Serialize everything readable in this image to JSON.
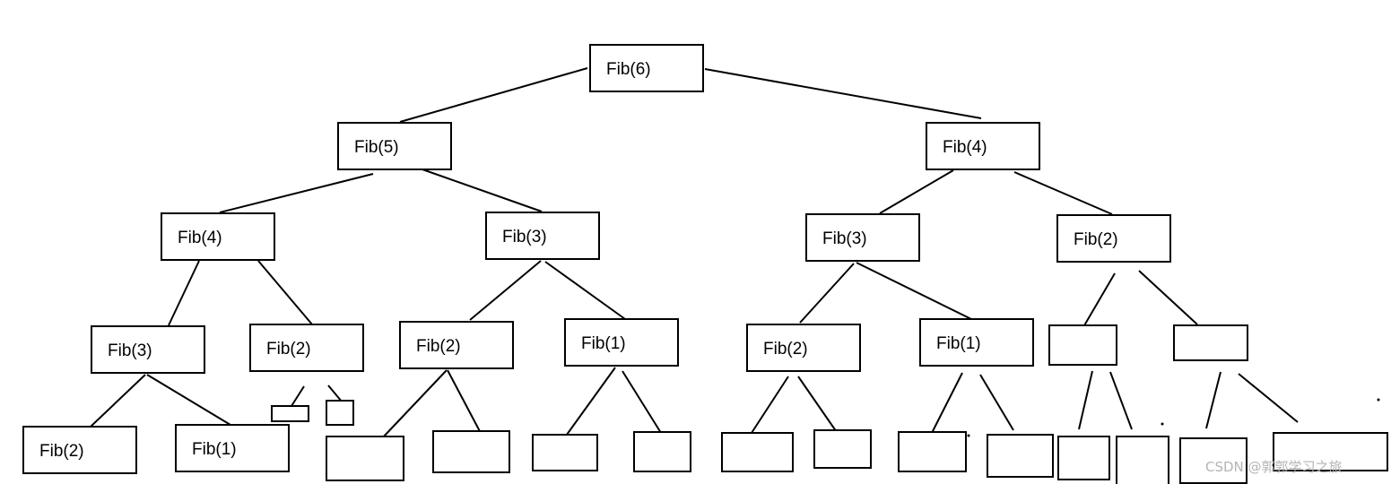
{
  "diagram": {
    "nodes": [
      {
        "id": "n1",
        "label": "Fib(6)"
      },
      {
        "id": "n2",
        "label": "Fib(5)"
      },
      {
        "id": "n3",
        "label": "Fib(4)"
      },
      {
        "id": "n4",
        "label": "Fib(4)"
      },
      {
        "id": "n5",
        "label": "Fib(3)"
      },
      {
        "id": "n6",
        "label": "Fib(3)"
      },
      {
        "id": "n7",
        "label": "Fib(2)"
      },
      {
        "id": "n8",
        "label": "Fib(3)"
      },
      {
        "id": "n9",
        "label": "Fib(2)"
      },
      {
        "id": "n10",
        "label": "Fib(2)"
      },
      {
        "id": "n11",
        "label": "Fib(1)"
      },
      {
        "id": "n12",
        "label": "Fib(2)"
      },
      {
        "id": "n13",
        "label": "Fib(1)"
      },
      {
        "id": "n14",
        "label": ""
      },
      {
        "id": "n15",
        "label": ""
      },
      {
        "id": "n16",
        "label": "Fib(2)"
      },
      {
        "id": "n17",
        "label": "Fib(1)"
      },
      {
        "id": "n18",
        "label": ""
      },
      {
        "id": "n19",
        "label": ""
      },
      {
        "id": "n20",
        "label": ""
      },
      {
        "id": "n21",
        "label": ""
      },
      {
        "id": "n22",
        "label": ""
      },
      {
        "id": "n23",
        "label": ""
      },
      {
        "id": "n24",
        "label": ""
      },
      {
        "id": "n25",
        "label": ""
      },
      {
        "id": "n26",
        "label": ""
      },
      {
        "id": "n27",
        "label": ""
      },
      {
        "id": "n28",
        "label": ""
      },
      {
        "id": "n29",
        "label": ""
      },
      {
        "id": "n30",
        "label": ""
      },
      {
        "id": "n31",
        "label": ""
      },
      {
        "id": "n32",
        "label": ""
      },
      {
        "id": "n33",
        "label": ""
      }
    ],
    "edges": [
      [
        "n1",
        "n2"
      ],
      [
        "n1",
        "n3"
      ],
      [
        "n2",
        "n4"
      ],
      [
        "n2",
        "n5"
      ],
      [
        "n3",
        "n6"
      ],
      [
        "n3",
        "n7"
      ],
      [
        "n4",
        "n8"
      ],
      [
        "n4",
        "n9"
      ],
      [
        "n5",
        "n10"
      ],
      [
        "n5",
        "n11"
      ],
      [
        "n6",
        "n12"
      ],
      [
        "n6",
        "n13"
      ],
      [
        "n7",
        "n14"
      ],
      [
        "n7",
        "n15"
      ],
      [
        "n8",
        "n16"
      ],
      [
        "n8",
        "n17"
      ],
      [
        "n9",
        "n18"
      ],
      [
        "n9",
        "n19"
      ],
      [
        "n10",
        "n20"
      ],
      [
        "n10",
        "n21"
      ],
      [
        "n11",
        "n22"
      ],
      [
        "n11",
        "n23"
      ],
      [
        "n12",
        "n24"
      ],
      [
        "n12",
        "n25"
      ],
      [
        "n13",
        "n26"
      ],
      [
        "n13",
        "n27"
      ],
      [
        "n14",
        "n28"
      ],
      [
        "n14",
        "n29"
      ],
      [
        "n15",
        "n30"
      ],
      [
        "n15",
        "n31"
      ]
    ]
  },
  "watermark": "CSDN @郭郭学习之旅"
}
